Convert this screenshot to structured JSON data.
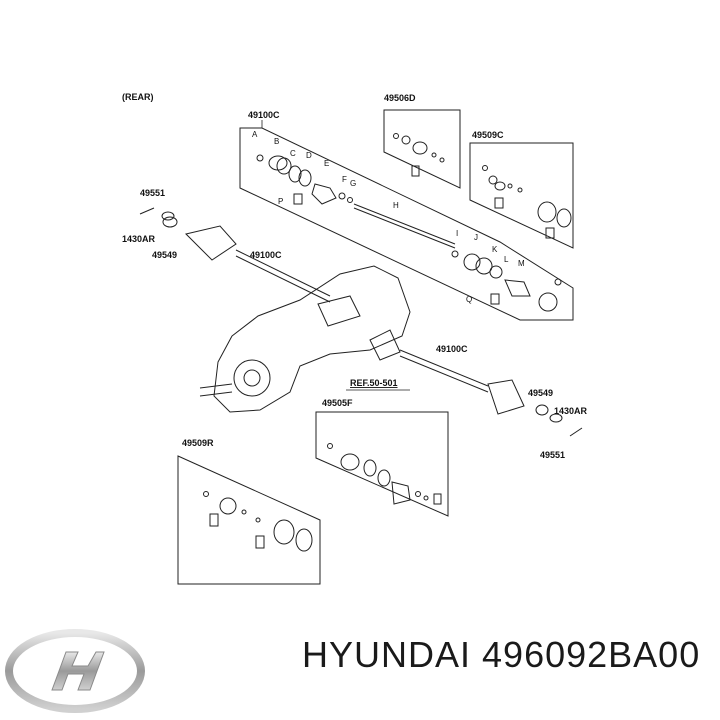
{
  "diagram": {
    "rear_label": "(REAR)",
    "ref_label": "REF.50-501",
    "callouts": {
      "c49100_top": "49100C",
      "c49100_mid": "49100C",
      "c49100_right": "49100C",
      "c49506d": "49506D",
      "c49509c": "49509C",
      "c49505f": "49505F",
      "c49509r": "49509R",
      "c49551_left": "49551",
      "c1430ar_left": "1430AR",
      "c49549_left": "49549",
      "c49549_right": "49549",
      "c1430ar_right": "1430AR",
      "c49551_right": "49551"
    },
    "letters": [
      "A",
      "B",
      "C",
      "D",
      "E",
      "F",
      "G",
      "H",
      "I",
      "J",
      "K",
      "L",
      "M",
      "P",
      "Q"
    ]
  },
  "footer": {
    "part_text": "HYUNDAI 496092BA00",
    "brand_logo": "hyundai-logo"
  }
}
